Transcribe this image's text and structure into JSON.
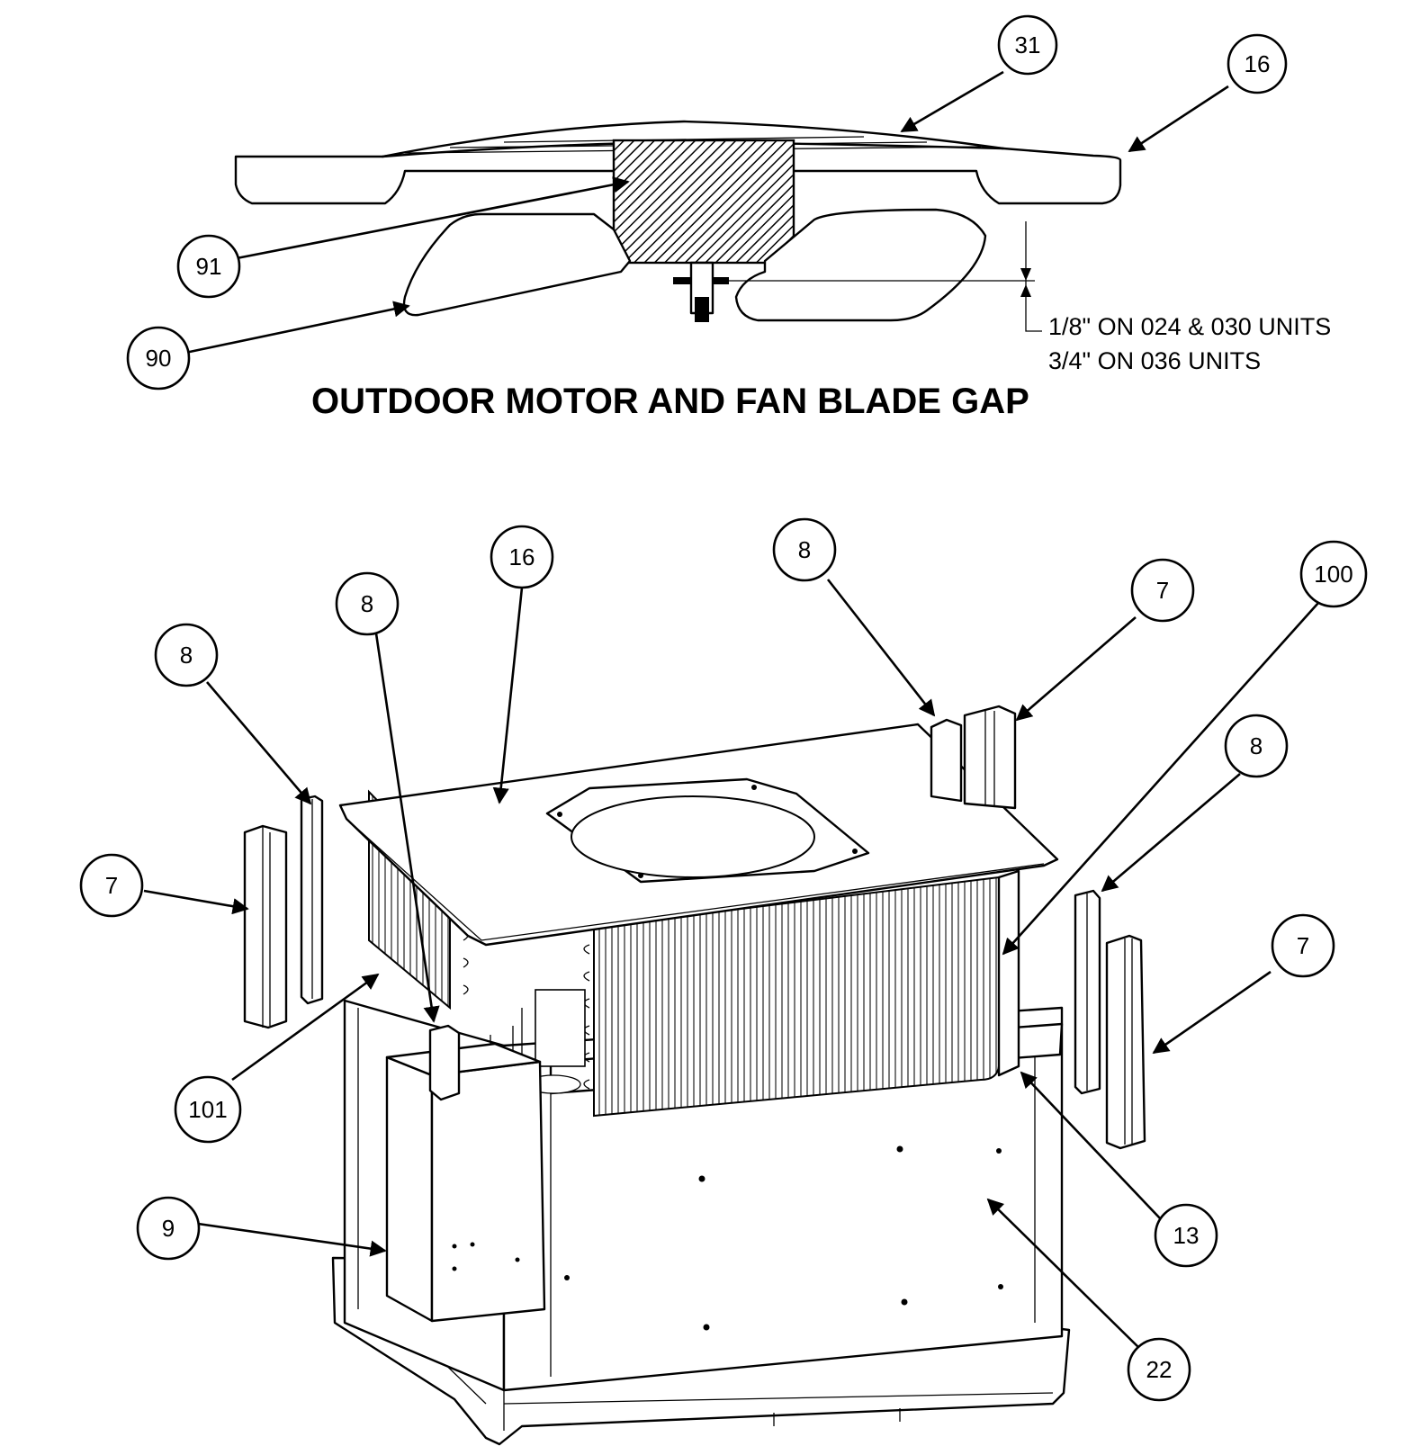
{
  "diagram": {
    "heading": "OUTDOOR MOTOR AND FAN BLADE GAP",
    "gap_note": {
      "line1": "1/8\" ON 024 & 030 UNITS",
      "line2": "3/4\" ON 036 UNITS"
    },
    "callouts": {
      "top_31": "31",
      "top_16": "16",
      "top_91": "91",
      "top_90": "90",
      "main_16": "16",
      "main_8_center": "8",
      "main_8_left": "8",
      "main_7_left": "7",
      "main_101": "101",
      "main_9": "9",
      "main_8_upper_right": "8",
      "main_7_upper_right": "7",
      "main_100": "100",
      "main_8_right": "8",
      "main_7_right": "7",
      "main_13": "13",
      "main_22": "22"
    }
  }
}
